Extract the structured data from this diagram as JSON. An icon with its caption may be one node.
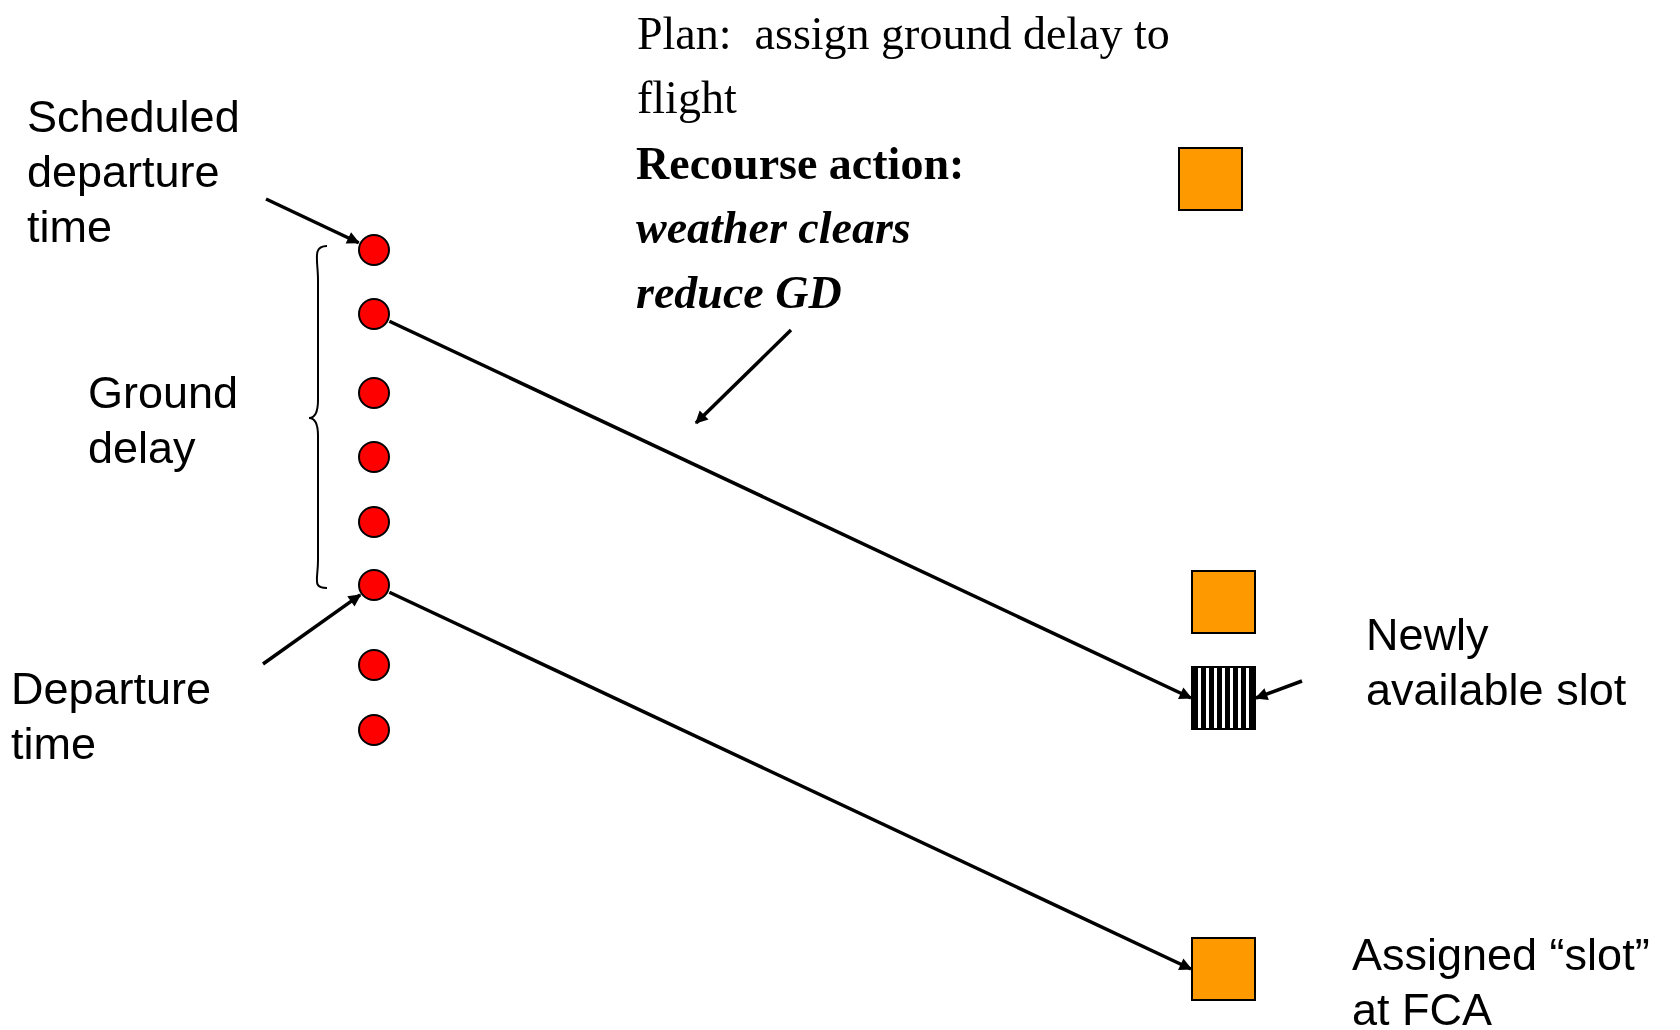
{
  "diagram": {
    "nodes": [
      {
        "text": [
          "Scheduled departure time"
        ]
      },
      {
        "text": [
          "Recourse action:",
          "weather clears reduce GD"
        ]
      },
      {
        "text": [],
        "shape": "box"
      },
      {
        "text": [],
        "shape": "circle"
      },
      {
        "text": [],
        "shape": "circle"
      },
      {
        "text": [],
        "shape": "circle"
      },
      {
        "text": [],
        "shape": "circle"
      },
      {
        "text": [],
        "shape": "circle"
      },
      {
        "text": [],
        "shape": "circle"
      },
      {
        "text": [],
        "shape": "circle"
      },
      {
        "text": [],
        "shape": "circle"
      },
      {
        "text": [],
        "shape": "box"
      },
      {
        "text": [],
        "shape": "box"
      },
      {
        "text": [
          "Newly available slot"
        ]
      },
      {
        "text": [
          "Departure time"
        ]
      },
      {
        "text": [],
        "shape": "box"
      },
      {
        "text": [
          "Assigned “slot” at FCA"
        ]
      }
    ],
    "edges": [
      {
        "from": 0,
        "to": 3,
        "arrow": "to"
      },
      {
        "from": 4,
        "to": 12,
        "arrow": "to"
      },
      {
        "from": 8,
        "to": 15,
        "arrow": "to"
      },
      {
        "from": 14,
        "to": 8,
        "arrow": "to"
      },
      {
        "from": 13,
        "to": 12,
        "arrow": "to"
      },
      {
        "from": 1,
        "to": null,
        "arrow": "to"
      }
    ],
    "labels": [
      "Plan:  assign ground delay to flight",
      "Ground delay"
    ]
  }
}
